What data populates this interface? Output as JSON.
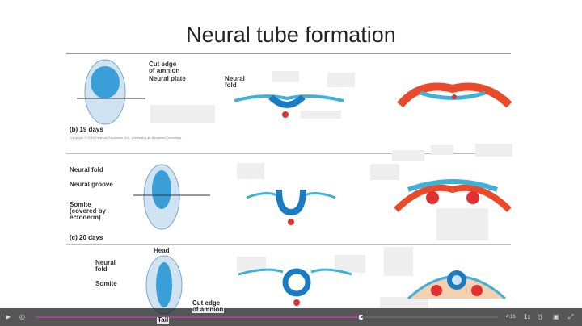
{
  "slide": {
    "title": "Neural tube formation",
    "panel_b": {
      "labels": [
        "Cut edge\nof amnion",
        "Neural plate",
        "Neural\nfold"
      ],
      "caption": "(b) 19 days",
      "copyright": "Copyright © 2004 Pearson Education, Inc., publishing as Benjamin Cummings"
    },
    "panel_c": {
      "labels": [
        "Neural fold",
        "Neural groove",
        "Somite\n(covered by\nectoderm)"
      ],
      "caption": "(c) 20 days"
    },
    "panel_d": {
      "labels": [
        "Head",
        "Neural\nfold",
        "Somite",
        "Cut edge\nof amnion",
        "Tail"
      ]
    }
  },
  "player": {
    "progress_percent": 59,
    "time": "4:16",
    "speed": "1x",
    "accent": "#a0449a"
  }
}
